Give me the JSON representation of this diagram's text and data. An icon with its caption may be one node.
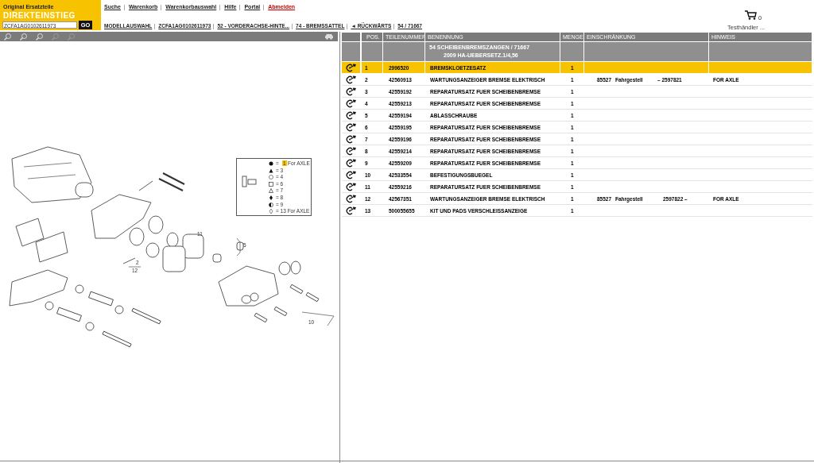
{
  "diagram": {
    "labels": [
      "Original Ersatzteile",
      "DIREKTEINSTIEG",
      "ZCFA1AG0102611973",
      "GO",
      "Suche",
      "Warenkorb",
      "Warenkorbauswahl",
      "Hilfe",
      "Portal",
      "Abmelden",
      "MODELLAUSWAHL",
      "ZCFA1AG0102611973",
      "52 - VORDERACHSE-HINTE...",
      "74 - BREMSSATTEL",
      "◄ RÜCKWÄRTS",
      "54 / 71667",
      "0",
      "Testhändler ...",
      "POS.",
      "TEILENUMMER",
      "BENENNUNG",
      "MENGE",
      "EINSCHRÄNKUNG",
      "HINWEIS",
      "54 SCHEIBENBREMSZANGEN / 71667",
      "2009 HA-UEBERSETZ.1/4,56",
      "1",
      "2996520",
      "BREMSKLOETZESATZ",
      "1",
      "2",
      "42560913",
      "WARTUNGSANZEIGER BREMSE ELEKTRISCH",
      "1",
      "85527",
      "Fahrgestell",
      "– 2597821",
      "FOR AXLE",
      "3",
      "42559192",
      "REPARATURSATZ FUER SCHEIBENBREMSE",
      "1",
      "4",
      "42559213",
      "REPARATURSATZ FUER SCHEIBENBREMSE",
      "1",
      "5",
      "42559194",
      "ABLASSCHRAUBE",
      "1",
      "6",
      "42559195",
      "REPARATURSATZ FUER SCHEIBENBREMSE",
      "1",
      "7",
      "42559196",
      "REPARATURSATZ FUER SCHEIBENBREMSE",
      "1",
      "8",
      "42559214",
      "REPARATURSATZ FUER SCHEIBENBREMSE",
      "1",
      "9",
      "42559209",
      "REPARATURSATZ FUER SCHEIBENBREMSE",
      "1",
      "10",
      "42533554",
      "BEFESTIGUNGSBUEGEL",
      "1",
      "11",
      "42559216",
      "REPARATURSATZ FUER SCHEIBENBREMSE",
      "1",
      "12",
      "42567351",
      "WARTUNGSANZEIGER BREMSE ELEKTRISCH",
      "1",
      "85527",
      "Fahrgestell",
      "2597822 –",
      "FOR AXLE",
      "13",
      "500055655",
      "KIT UND PADS VERSCHLEISSANZEIGE",
      "1",
      "=",
      "1",
      "For AXLE",
      "= 3",
      "= 4",
      "= 6",
      "= 7",
      "= 8",
      "= 9",
      "= 13 For AXLE",
      "11",
      "5",
      "2",
      "12",
      "10"
    ]
  }
}
